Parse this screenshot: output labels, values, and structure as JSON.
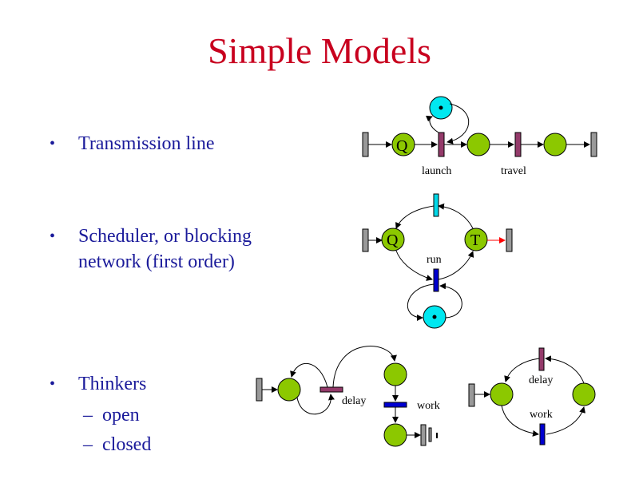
{
  "title": "Simple Models",
  "bullets": [
    {
      "text": "Transmission line"
    },
    {
      "text_line1": "Scheduler, or blocking",
      "text_line2": "network (first order)"
    },
    {
      "text": "Thinkers",
      "subitems": [
        "open",
        "closed"
      ]
    }
  ],
  "bullet_glyph": "•",
  "dash_glyph": "–",
  "labels": {
    "q": "Q",
    "t": "T",
    "launch": "launch",
    "travel": "travel",
    "run": "run",
    "delay": "delay",
    "work": "work"
  },
  "colors": {
    "title": "#c8001e",
    "text": "#1a1a9a",
    "place_green": "#8cc800",
    "place_cyan": "#00e8f0",
    "transition_maroon": "#943a6a",
    "transition_blue": "#0000d0",
    "transition_cyan": "#00d8e8",
    "transition_gray": "#999999",
    "arrow_red": "#ff0000"
  }
}
